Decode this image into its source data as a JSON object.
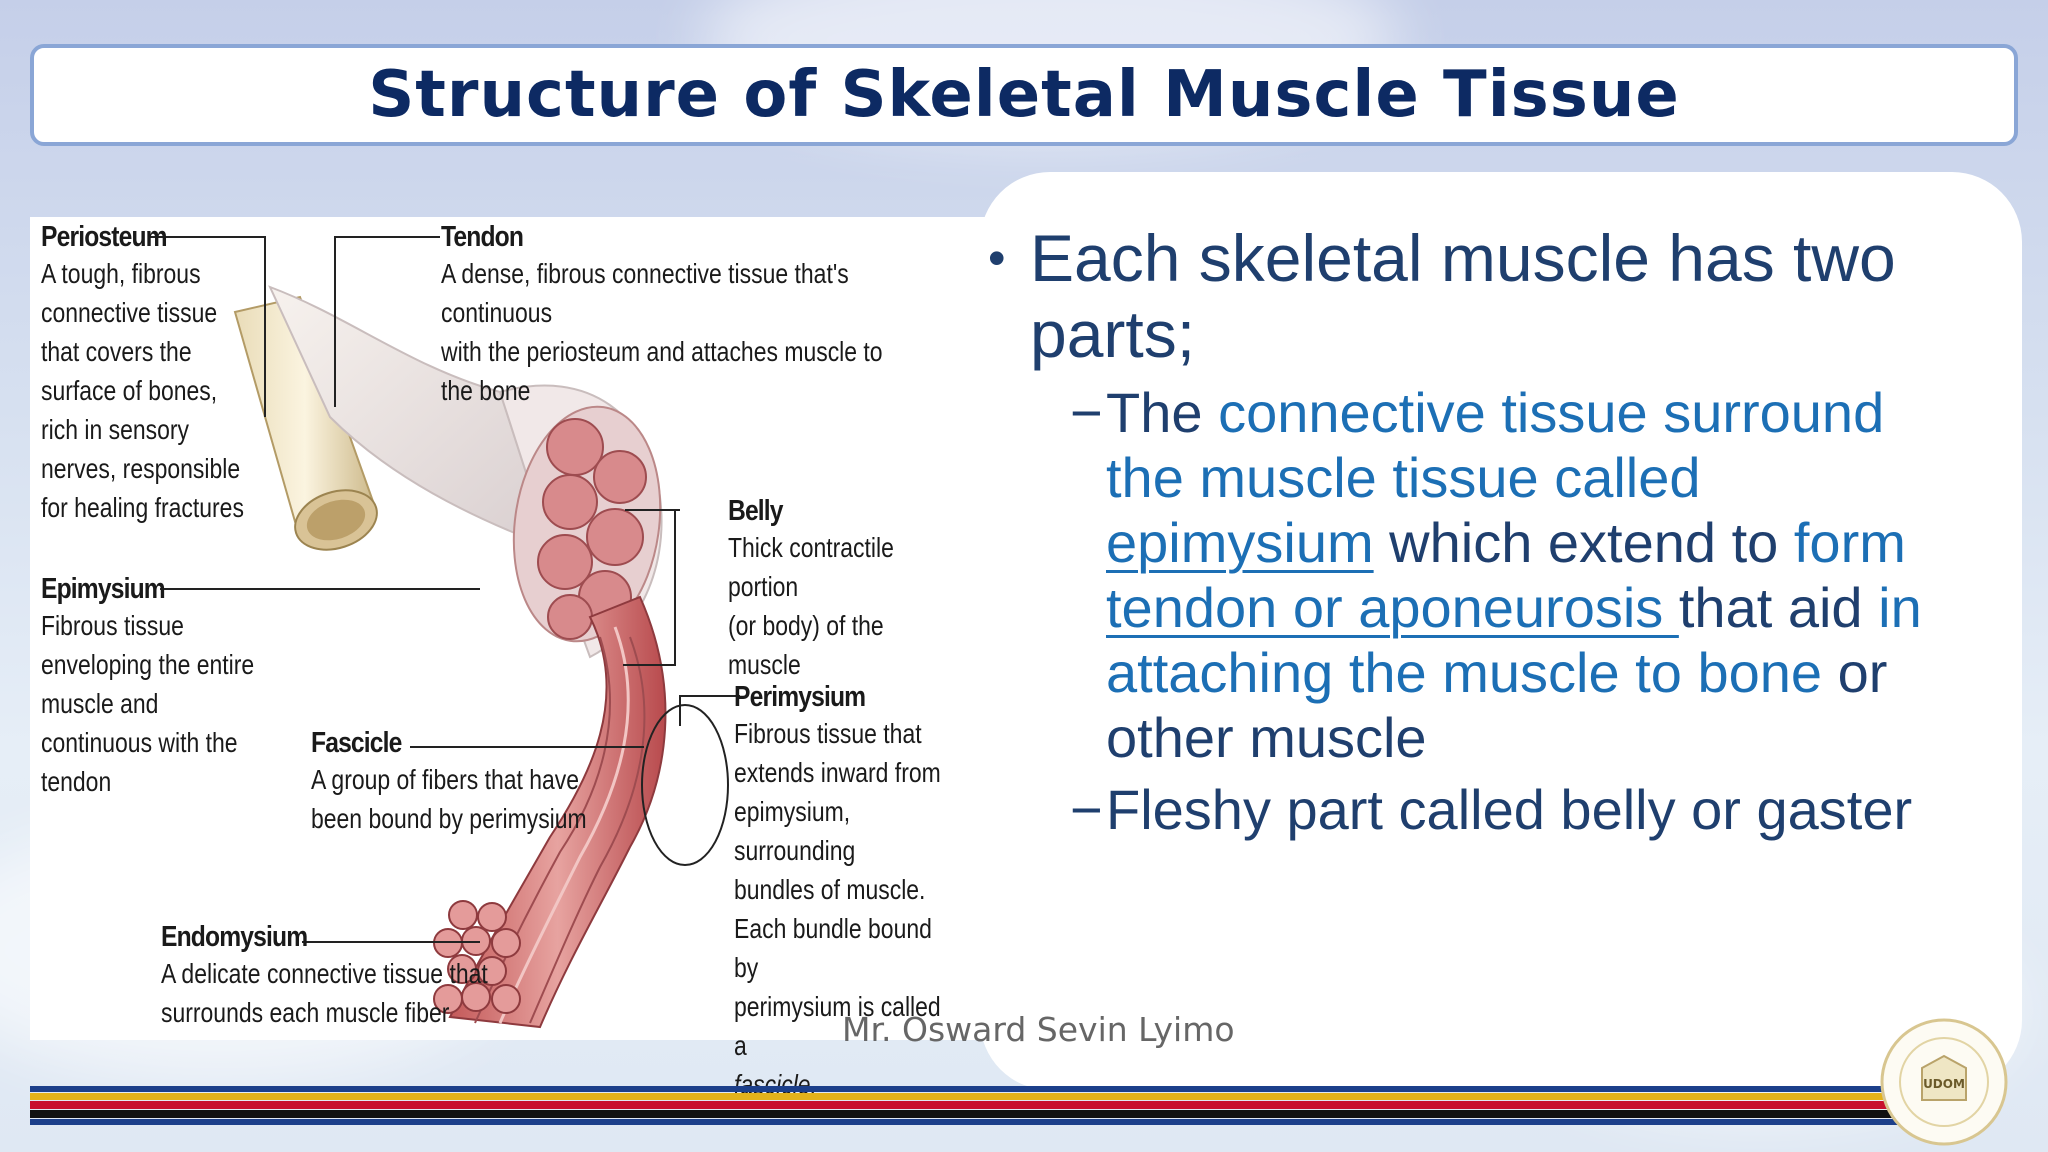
{
  "slide": {
    "title": "Structure of Skeletal Muscle Tissue",
    "author": "Mr. Osward Sevin Lyimo",
    "logo_text": "UDOM"
  },
  "figure": {
    "periosteum": {
      "heading": "Periosteum",
      "desc": "A tough, fibrous\nconnective tissue\nthat covers the\nsurface of bones,\nrich in sensory\nnerves, responsible\nfor healing fractures"
    },
    "tendon": {
      "heading": "Tendon",
      "desc": "A dense, fibrous connective tissue that's continuous\nwith the periosteum and attaches muscle to the bone"
    },
    "belly": {
      "heading": "Belly",
      "desc": "Thick contractile portion\n(or body) of the muscle"
    },
    "epimysium": {
      "heading": "Epimysium",
      "desc": "Fibrous tissue\nenveloping the entire\nmuscle and\ncontinuous with the\ntendon"
    },
    "fascicle": {
      "heading": "Fascicle",
      "desc": "A group of fibers that have\nbeen bound by perimysium"
    },
    "perimysium": {
      "heading": "Perimysium",
      "desc": "Fibrous tissue that\nextends inward from\nepimysium, surrounding\nbundles of muscle.\nEach bundle bound by\nperimysium is called a",
      "desc_italic": "fascicle."
    },
    "endomysium": {
      "heading": "Endomysium",
      "desc": "A delicate connective tissue that\nsurrounds each muscle fiber"
    }
  },
  "bullets": {
    "main": {
      "symbol": "•",
      "text": "Each skeletal muscle has two parts;"
    },
    "sub1": {
      "symbol": "−",
      "part1": "The ",
      "part2": "connective tissue surround the muscle tissue called ",
      "link1": "epimysium",
      "part3": " which extend to ",
      "part4": "form ",
      "link2": "tendon or aponeurosis ",
      "part5": "that aid ",
      "part6": "in attaching the muscle to bone",
      "part7": " or other muscle"
    },
    "sub2": {
      "symbol": "−",
      "text": "Fleshy part called belly or gaster"
    }
  },
  "colors": {
    "title_text": "#0d2a63",
    "title_border": "#8aa6d6",
    "body_text": "#1f3f6e",
    "highlight": "#1c6fb5",
    "stripes": [
      "#1c3f8a",
      "#e3b21b",
      "#c8102e",
      "#111111",
      "#1c3f8a"
    ]
  }
}
